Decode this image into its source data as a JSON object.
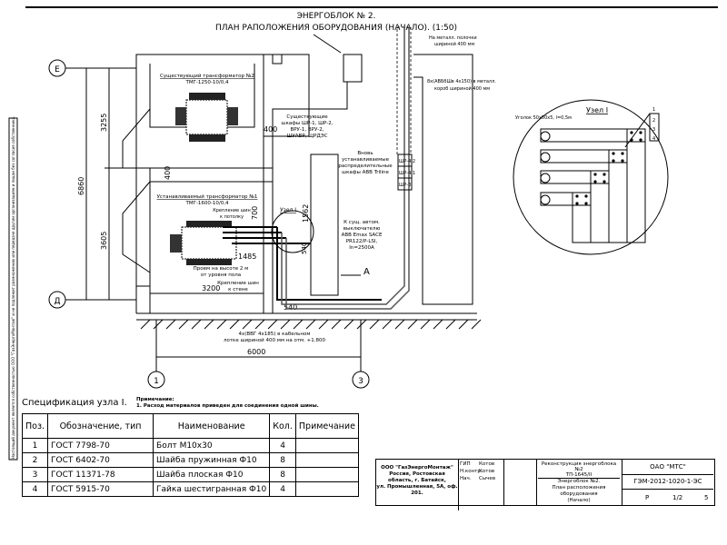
{
  "drawing": {
    "title_line1": "ЭНЕРГОБЛОК № 2.",
    "title_line2": "ПЛАН РАПОЛОЖЕНИЯ ОБОРУДОВАНИЯ (НАЧАЛО). (1:50)",
    "side_note": "Настоящий документ является собственностью ООО \"ГазЭнергоМонтаж\" и не подлежит размножению или передаче другим организациям и лицам без согласия собственника.",
    "axes": {
      "E": "Е",
      "D": "Д",
      "one": "1",
      "three": "3"
    },
    "dims": {
      "total_vert": "6860",
      "upper": "3255",
      "lower": "3605",
      "d400a": "400",
      "d400b": "400",
      "d700": "700",
      "d1562": "1562",
      "d1485": "1485",
      "d3200": "3200",
      "d540a": "540",
      "d540b": "540",
      "d6000": "6000"
    },
    "labels": {
      "shelf_1": "На металл. полочки",
      "shelf_2": "шириной 400 мм",
      "cable_1": "8х(АВБбШв 4х150) в металл.",
      "cable_2": "короб шириной 400 мм",
      "tr2_1": "Существующий трансформатор №2",
      "tr2_2": "ТМГ-1250-10/0,4",
      "cab_1": "Существующие",
      "cab_2": "шкафы ШР-1, ШР-2,",
      "cab_3": "ВРУ-1, ВРУ-2,",
      "cab_4": "ШУАВР, ЩРДЭС",
      "new_1": "Вновь",
      "new_2": "устанавливаемые",
      "new_3": "распределительные",
      "new_4": "шкафы ABB Triline",
      "tr1_1": "Устанавливаемый трансформатор №1",
      "tr1_2": "ТМГ-1600-10/0,4",
      "fix_ceiling_1": "Крепление шин",
      "fix_ceiling_2": "к потолку",
      "node": "Узел I",
      "brk_1": "К сущ. автом.",
      "brk_2": "выключателю",
      "brk_3": "ABB Emax SACE",
      "brk_4": "PR122/P-LSI,",
      "brk_5": "In=2500A",
      "opening_1": "Проем на высоте 2 м",
      "opening_2": "от уровня пола",
      "fix_wall_1": "Крепление шин",
      "fix_wall_2": "к стене",
      "view_a": "А",
      "tray_1": "4х(ВВГ 4х185) в кабельном",
      "tray_2": "лотке шириной 400 мм на отм. +1.800",
      "sr1": "ШР-4.2",
      "sr2": "ШР-4.1",
      "sr3": "ШР-3"
    },
    "node_detail": {
      "title": "Узел I",
      "angle": "Уголок 50х50х5, l=0,5м",
      "positions": [
        "1",
        "2",
        "3",
        "4"
      ]
    }
  },
  "spec": {
    "caption": "Спецификация узла I.",
    "note_title": "Примечание:",
    "note_1": "1. Расход материалов приведен для соединения одной шины.",
    "headers": [
      "Поз.",
      "Обозначение, тип",
      "Наименование",
      "Кол.",
      "Примечание"
    ],
    "rows": [
      [
        "1",
        "ГОСТ 7798-70",
        "Болт М10х30",
        "4",
        ""
      ],
      [
        "2",
        "ГОСТ 6402-70",
        "Шайба пружинная Ф10",
        "8",
        ""
      ],
      [
        "3",
        "ГОСТ 11371-78",
        "Шайба плоская Ф10",
        "8",
        ""
      ],
      [
        "4",
        "ГОСТ 5915-70",
        "Гайка шестигранная Ф10",
        "4",
        ""
      ]
    ]
  },
  "title_block": {
    "org_1": "ООО \"ГазЭнергоМонтаж\"",
    "org_2": "Россия, Ростовская область, г. Батайск,",
    "org_3": "ул. Промышленная, 5А, оф. 201.",
    "roles": [
      "ГИП",
      "Н.контр.",
      "Нач."
    ],
    "names": [
      "Котов",
      "Котов",
      "Сычев"
    ],
    "project_1": "Реконструкция энергоблока №2",
    "project_2": "ТП-1645/II",
    "sheet_1": "Энергоблок №2.",
    "sheet_2": "План расположения оборудования",
    "sheet_3": "(Начало)",
    "client": "ОАО \"МТС\"",
    "code": "ГЭМ-2012-1020-1-ЭС",
    "stage": "Р",
    "sheet": "1/2",
    "sheets": "5"
  }
}
